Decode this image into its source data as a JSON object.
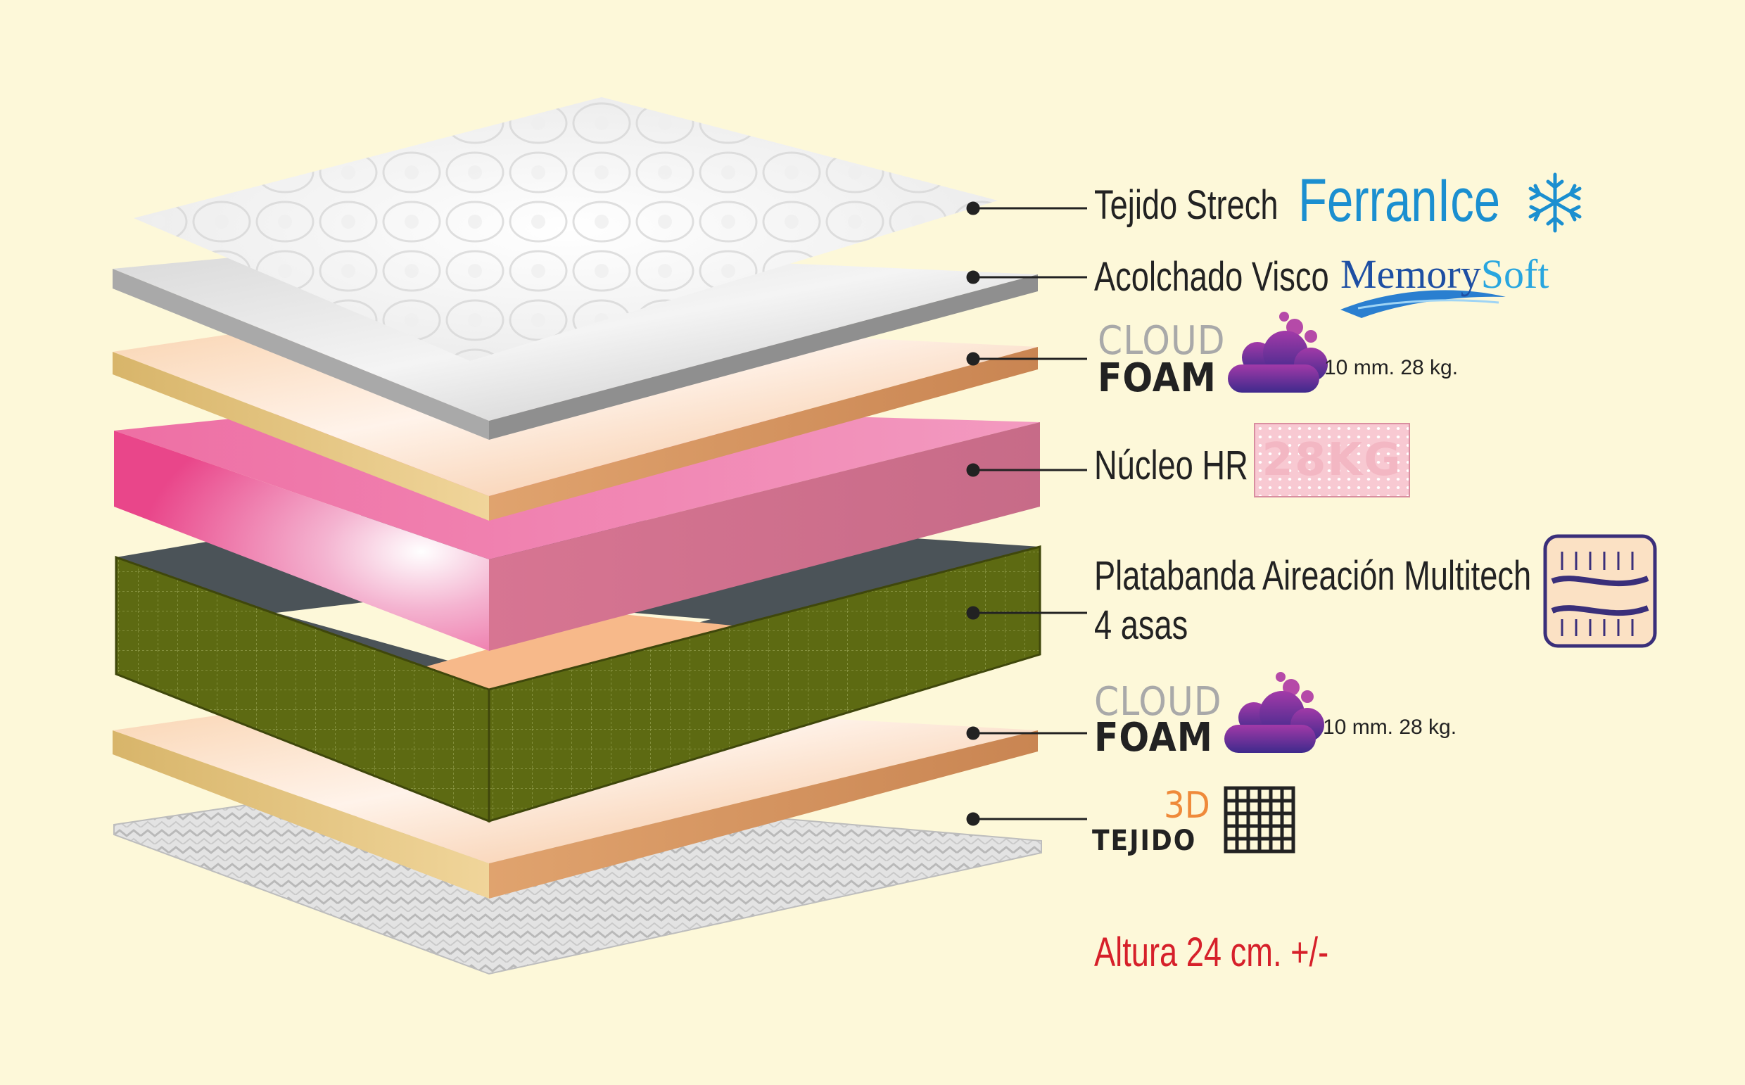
{
  "layers": {
    "tejido": {
      "prefix": "Tejido Strech",
      "brand": "FerranIce",
      "icon": "snowflake-icon"
    },
    "acolchado": {
      "prefix": "Acolchado Visco",
      "brand_memory": "Memory",
      "brand_soft": "Soft",
      "icon": "feather-icon"
    },
    "cloud_top": {
      "cloud": "CLOUD",
      "foam": "FOAM",
      "spec": "10 mm. 28 kg.",
      "icon": "cloud-bubbles-icon"
    },
    "nucleo": {
      "label": "Núcleo HR",
      "badge": "28KG"
    },
    "platabanda": {
      "line1": "Platabanda Aireación Multitech",
      "line2": "4 asas",
      "icon": "airflow-icon"
    },
    "cloud_bottom": {
      "cloud": "CLOUD",
      "foam": "FOAM",
      "spec": "10 mm. 28 kg.",
      "icon": "cloud-bubbles-icon"
    },
    "tejido3d": {
      "d3": "3D",
      "word": "TEJIDO",
      "icon": "mesh-grid-icon"
    }
  },
  "altura": "Altura 24 cm. +/-",
  "colors": {
    "background": "#fdf8d9",
    "brand_blue": "#1b8fd0",
    "altura_red": "#d6202a",
    "core_pink": "#e9468a",
    "border_olive": "#5a6410",
    "foam_peach": "#f7c79c",
    "cloud_purple": "#7b2fb0"
  }
}
